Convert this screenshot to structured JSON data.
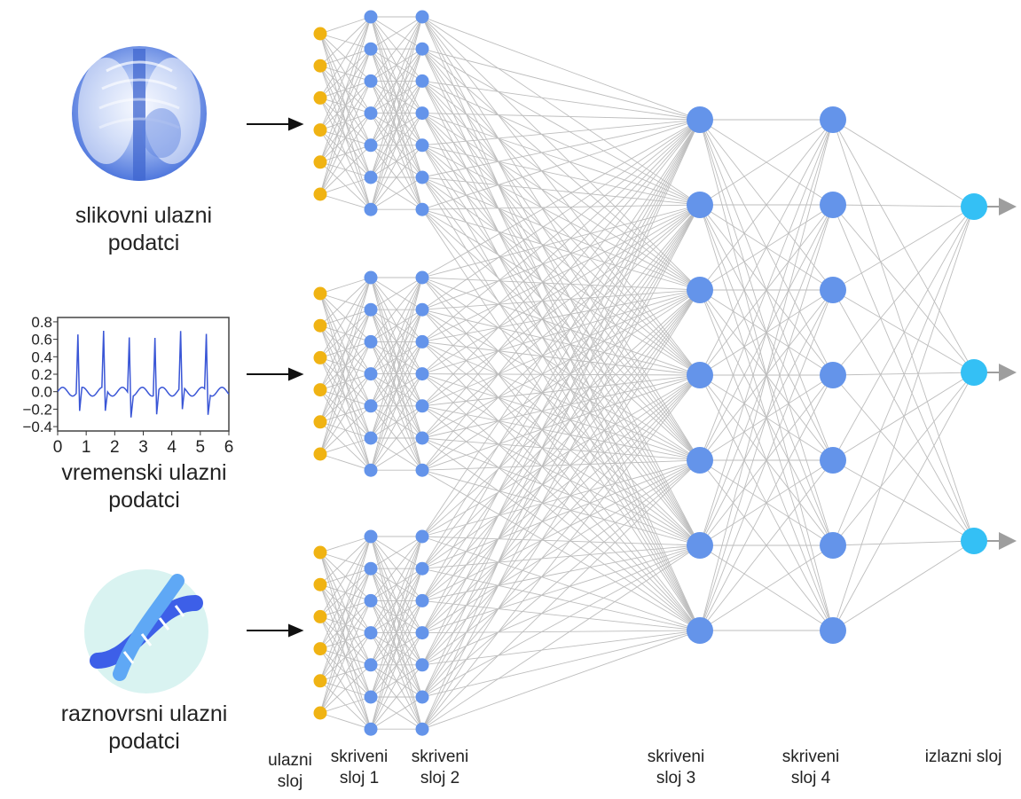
{
  "colors": {
    "input_node": "#f0b313",
    "hidden_node": "#6494ea",
    "output_node": "#34c0f5",
    "edge": "#bdbdbd",
    "arrow": "#111111",
    "ecg_line": "#3a56d6",
    "xray_tint": "#6a8ee6",
    "dna_dark": "#3d5fe8",
    "dna_light": "#5fa8f5",
    "dna_bg": "#d9f3f1"
  },
  "inputs": {
    "image": {
      "label": "slikovni ulazni podatci",
      "icon": "chest-xray-icon"
    },
    "time_series": {
      "label": "vremenski ulazni podatci",
      "icon": "ecg-plot-icon",
      "y_ticks": [
        "0.8",
        "0.6",
        "0.4",
        "0.2",
        "0.0",
        "−0.2",
        "−0.4"
      ],
      "x_ticks": [
        "0",
        "1",
        "2",
        "3",
        "4",
        "5",
        "6"
      ]
    },
    "diverse": {
      "label": "raznovrsni ulazni podatci",
      "icon": "dna-helix-icon"
    }
  },
  "layers": {
    "input": "ulazni sloj",
    "hidden1": "skriveni sloj 1",
    "hidden2": "skriveni sloj 2",
    "hidden3": "skriveni sloj 3",
    "hidden4": "skriveni sloj 4",
    "output": "izlazni sloj"
  },
  "network": {
    "input_nodes_per_group": 6,
    "hidden1_nodes_per_group": 7,
    "hidden2_nodes_per_group": 7,
    "hidden3_nodes": 7,
    "hidden4_nodes": 7,
    "output_nodes": 3
  }
}
